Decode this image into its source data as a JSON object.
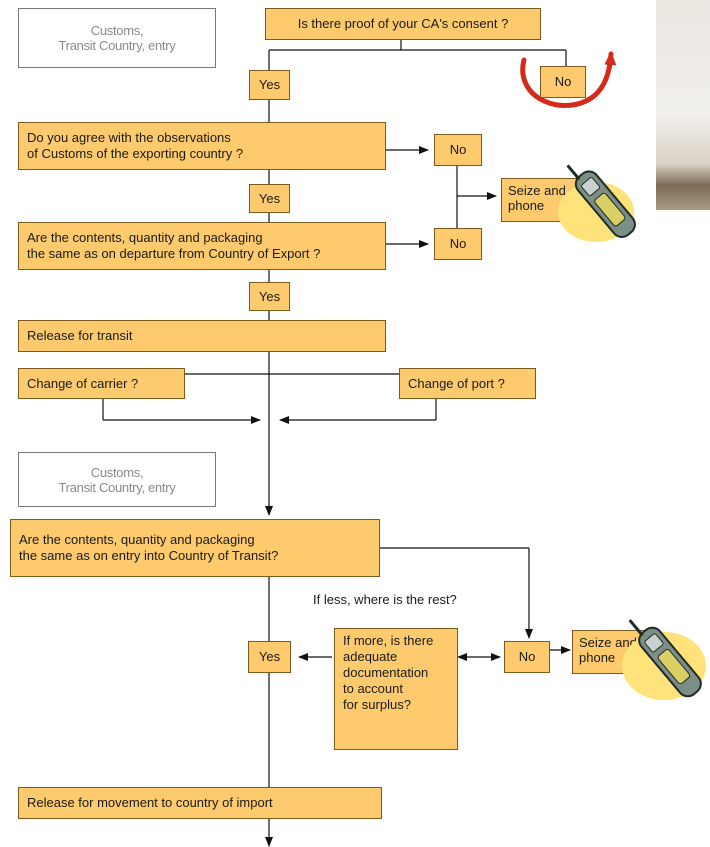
{
  "labels": {
    "customs_entry_1": "Customs,\nTransit Country, entry",
    "customs_entry_2": "Customs,\nTransit Country, entry"
  },
  "boxes": {
    "proof_consent": "Is there proof of your CA's consent ?",
    "yes_1": "Yes",
    "no_1": "No",
    "agree_observations": "Do you agree with the observations\nof Customs of the exporting country ?",
    "no_2": "No",
    "seize_phone_1": "Seize and\nphone",
    "yes_2": "Yes",
    "contents_departure": "Are the contents, quantity and packaging\nthe same as on departure from Country of Export ?",
    "no_3": "No",
    "yes_3": "Yes",
    "release_transit": "Release for transit",
    "change_carrier": "Change of carrier ?",
    "change_port": "Change of port ?",
    "contents_entry": "Are the contents, quantity and packaging\nthe same as on entry into Country of Transit?",
    "if_less": "If less, where is the rest?",
    "yes_4": "Yes",
    "if_more": "If more, is there\nadequate\ndocumentation\nto account\nfor surplus?",
    "no_4": "No",
    "seize_phone_2": "Seize and\nphone",
    "release_import": "Release for movement to country of import"
  },
  "icons": [
    "return-arrow-icon",
    "mobile-phone-icon",
    "mobile-phone-icon"
  ],
  "colors": {
    "box_fill": "#FDCB6E",
    "arrow_red": "#d42a1a",
    "blob": "#FFE27A",
    "phone": "#7b8f86"
  }
}
